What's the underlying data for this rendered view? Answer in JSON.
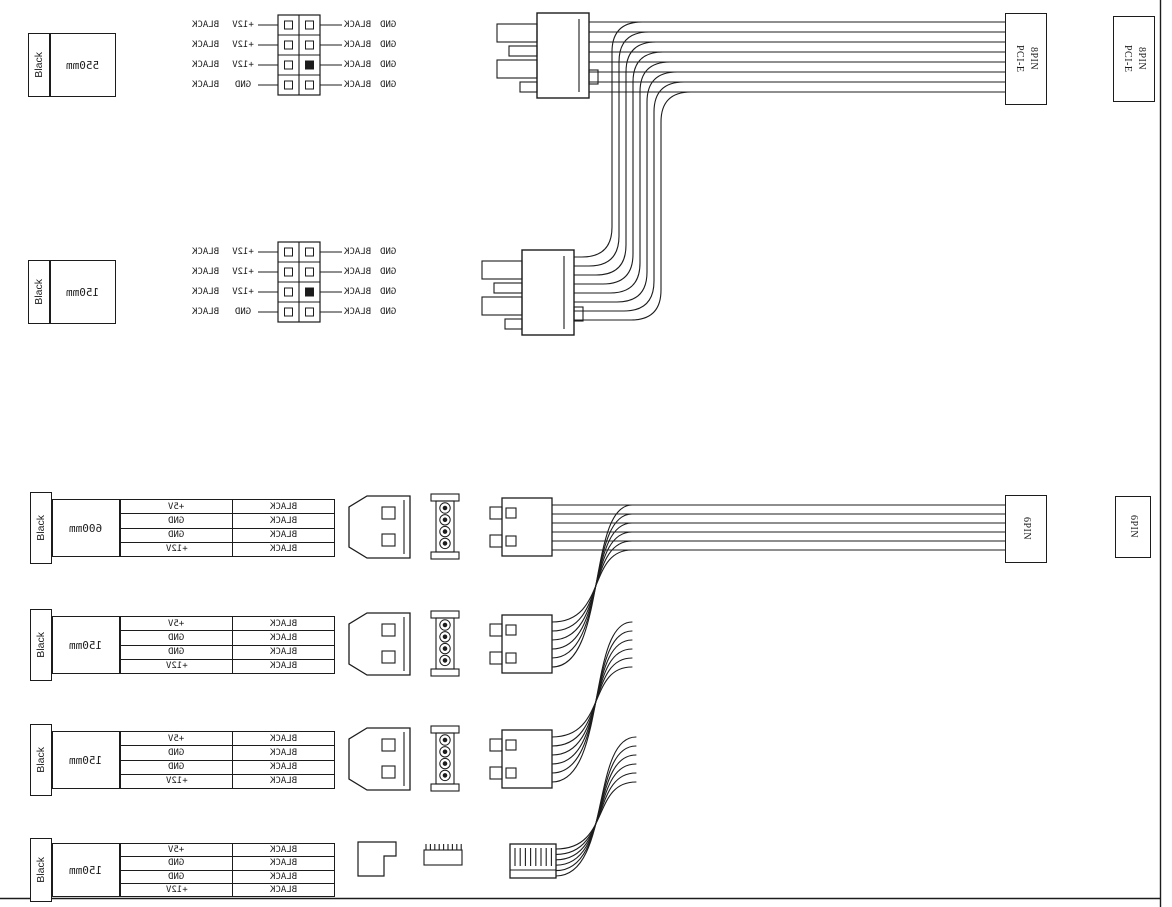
{
  "pcie_section": {
    "plug_lines": [
      "PCI-E",
      "8PIN"
    ],
    "edge_plug_lines": [
      "PCI-E",
      "8PIN"
    ],
    "cables": [
      {
        "color": "Black",
        "length": "550mm",
        "pins_left": [
          {
            "wire": "BLACK",
            "signal": "+12V"
          },
          {
            "wire": "BLACK",
            "signal": "+12V"
          },
          {
            "wire": "BLACK",
            "signal": "+12V"
          },
          {
            "wire": "BLACK",
            "signal": "GND"
          }
        ],
        "pins_right": [
          {
            "wire": "BLACK",
            "signal": "GND"
          },
          {
            "wire": "BLACK",
            "signal": "GND"
          },
          {
            "wire": "BLACK",
            "signal": "GND"
          },
          {
            "wire": "BLACK",
            "signal": "GND"
          }
        ]
      },
      {
        "color": "Black",
        "length": "150mm",
        "pins_left": [
          {
            "wire": "BLACK",
            "signal": "+12V"
          },
          {
            "wire": "BLACK",
            "signal": "+12V"
          },
          {
            "wire": "BLACK",
            "signal": "+12V"
          },
          {
            "wire": "BLACK",
            "signal": "GND"
          }
        ],
        "pins_right": [
          {
            "wire": "BLACK",
            "signal": "GND"
          },
          {
            "wire": "BLACK",
            "signal": "GND"
          },
          {
            "wire": "BLACK",
            "signal": "GND"
          },
          {
            "wire": "BLACK",
            "signal": "GND"
          }
        ]
      }
    ]
  },
  "peripheral_section": {
    "plug_label": "6PIN",
    "edge_plug_label": "6PIN",
    "cables": [
      {
        "color": "Black",
        "length": "600mm",
        "rows": [
          {
            "signal": "+5V",
            "wire": "BLACK"
          },
          {
            "signal": "GND",
            "wire": "BLACK"
          },
          {
            "signal": "GND",
            "wire": "BLACK"
          },
          {
            "signal": "+12V",
            "wire": "BLACK"
          }
        ]
      },
      {
        "color": "Black",
        "length": "150mm",
        "rows": [
          {
            "signal": "+5V",
            "wire": "BLACK"
          },
          {
            "signal": "GND",
            "wire": "BLACK"
          },
          {
            "signal": "GND",
            "wire": "BLACK"
          },
          {
            "signal": "+12V",
            "wire": "BLACK"
          }
        ]
      },
      {
        "color": "Black",
        "length": "150mm",
        "rows": [
          {
            "signal": "+5V",
            "wire": "BLACK"
          },
          {
            "signal": "GND",
            "wire": "BLACK"
          },
          {
            "signal": "GND",
            "wire": "BLACK"
          },
          {
            "signal": "+12V",
            "wire": "BLACK"
          }
        ]
      },
      {
        "color": "Black",
        "length": "150mm",
        "rows": [
          {
            "signal": "+5V",
            "wire": "BLACK"
          },
          {
            "signal": "GND",
            "wire": "BLACK"
          },
          {
            "signal": "GND",
            "wire": "BLACK"
          },
          {
            "signal": "+12V",
            "wire": "BLACK"
          }
        ]
      }
    ]
  },
  "colors": {
    "line": "#1c1c1c",
    "background": "#ffffff"
  }
}
